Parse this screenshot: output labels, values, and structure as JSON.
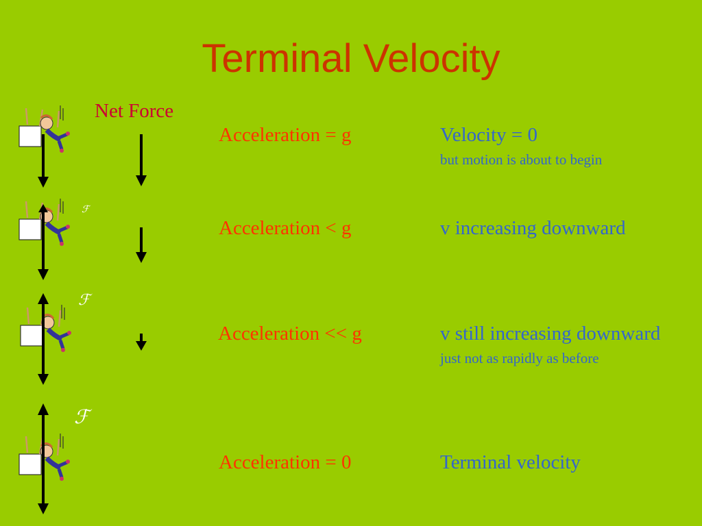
{
  "slide": {
    "title": "Terminal Velocity",
    "net_force_label": "Net Force",
    "force_symbol": "ℱ",
    "rows": [
      {
        "acceleration": "Acceleration = g",
        "velocity": "Velocity = 0",
        "note": "but motion is about to begin"
      },
      {
        "acceleration": "Acceleration < g",
        "velocity": "v increasing downward",
        "note": ""
      },
      {
        "acceleration": "Acceleration << g",
        "velocity": "v still increasing downward",
        "note": "just not as rapidly as before"
      },
      {
        "acceleration": "Acceleration = 0",
        "velocity": "Terminal velocity",
        "note": ""
      }
    ]
  },
  "colors": {
    "background": "#99cc00",
    "title": "#cc3300",
    "net_force": "#cc0033",
    "acceleration": "#ff3300",
    "velocity": "#3366cc",
    "force_label": "#ffffff"
  }
}
